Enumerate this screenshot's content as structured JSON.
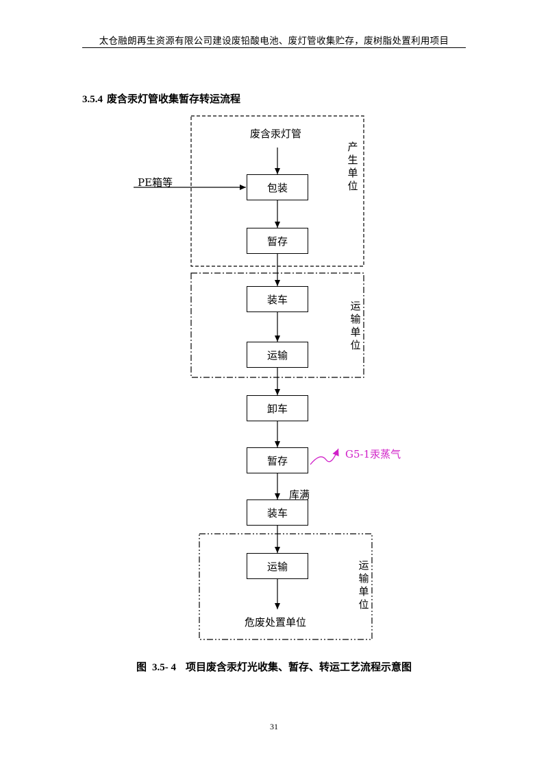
{
  "header": {
    "title": "太仓融朗再生资源有限公司建设废铅酸电池、废灯管收集贮存，废树脂处置利用项目"
  },
  "section": {
    "number": "3.5.4",
    "title": "废含汞灯管收集暂存转运流程"
  },
  "flow": {
    "source": "废含汞灯管",
    "input_material": "PE箱等",
    "nodes": {
      "packaging": "包装",
      "storage_1": "暂存",
      "loading_1": "装车",
      "transport_1": "运输",
      "unloading": "卸车",
      "storage_2": "暂存",
      "loading_2": "装车",
      "transport_2": "运输"
    },
    "destination": "危废处置单位",
    "emission_label": "G5-1汞蒸气",
    "condition_label": "库满",
    "group_labels": {
      "production_unit": "产生单位",
      "transport_unit_1": "运输单位",
      "transport_unit_2": "运输单位"
    }
  },
  "caption": {
    "label": "图",
    "number": "3.5- 4",
    "text": "项目废含汞灯光收集、暂存、转运工艺流程示意图"
  },
  "page_number": "31",
  "colors": {
    "emission": "#d020c8",
    "line": "#000000"
  }
}
